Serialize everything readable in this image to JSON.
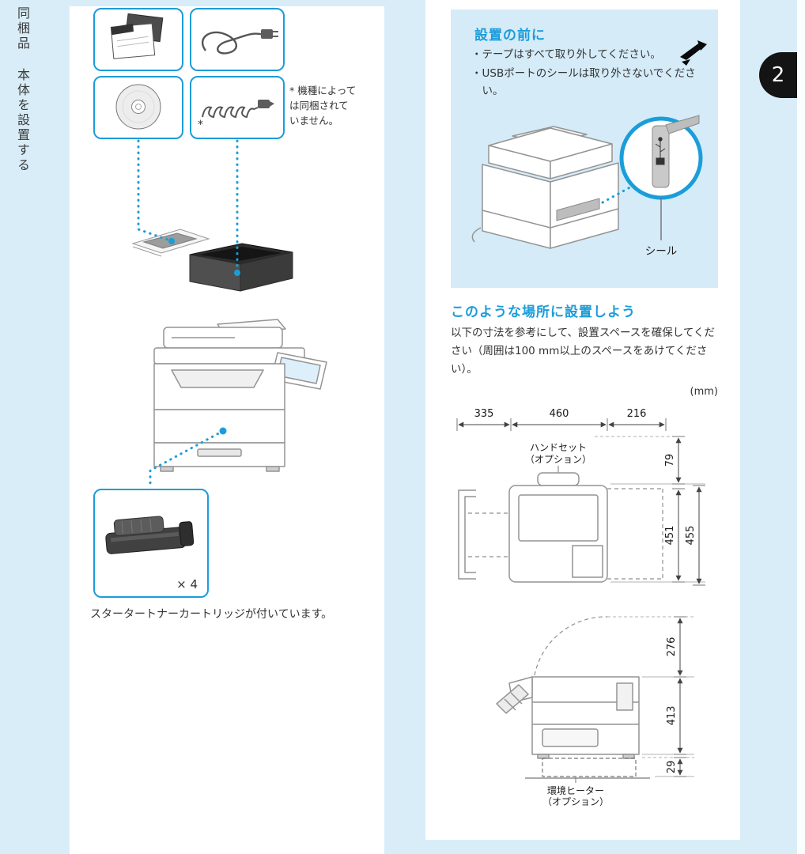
{
  "page": {
    "number": "2",
    "side_label_top": "同梱品",
    "side_label_bottom": "本体を設置する"
  },
  "included_items": {
    "note": "* 機種によって\nは同梱されて\nいません。",
    "asterisk": "*",
    "toner_count": "× 4",
    "caption": "スタータートナーカートリッジが付いています。"
  },
  "before_install": {
    "title": "設置の前に",
    "bullet1": "・テープはすべて取り外してください。",
    "bullet2": "・USBポートのシールは取り外さないでください。",
    "seal_label": "シール"
  },
  "placement": {
    "title": "このような場所に設置しよう",
    "body": "以下の寸法を参考にして、設置スペースを確保してください（周囲は100 mm以上のスペースをあけてください）。",
    "unit": "(mm)",
    "top_view": {
      "width_335": "335",
      "width_460": "460",
      "width_216": "216",
      "height_79": "79",
      "height_451": "451",
      "height_455": "455",
      "handset_line1": "ハンドセット",
      "handset_line2": "（オプション）"
    },
    "side_view": {
      "height_276": "276",
      "height_413": "413",
      "height_29": "29",
      "heater_line1": "環境ヒーター",
      "heater_line2": "（オプション）"
    }
  },
  "colors": {
    "accent": "#1b9dd9",
    "background": "#d9edf8",
    "panel": "#ffffff",
    "infobox": "#d5ebf8",
    "text": "#333333",
    "tab": "#141414"
  }
}
